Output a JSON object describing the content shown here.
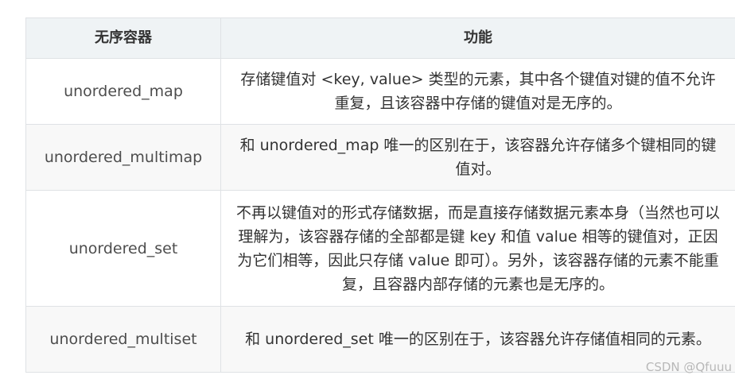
{
  "table": {
    "headers": [
      "无序容器",
      "功能"
    ],
    "rows": [
      {
        "name": "unordered_map",
        "desc": "存储键值对 <key, value> 类型的元素，其中各个键值对键的值不允许重复，且该容器中存储的键值对是无序的。"
      },
      {
        "name": "unordered_multimap",
        "desc": "和 unordered_map 唯一的区别在于，该容器允许存储多个键相同的键值对。"
      },
      {
        "name": "unordered_set",
        "desc": "不再以键值对的形式存储数据，而是直接存储数据元素本身（当然也可以理解为，该容器存储的全部都是键 key 和值 value 相等的键值对，正因为它们相等，因此只存储 value 即可）。另外，该容器存储的元素不能重复，且容器内部存储的元素也是无序的。"
      },
      {
        "name": "unordered_multiset",
        "desc": "和 unordered_set 唯一的区别在于，该容器允许存储值相同的元素。"
      }
    ]
  },
  "watermark": "CSDN @Qfuuu"
}
